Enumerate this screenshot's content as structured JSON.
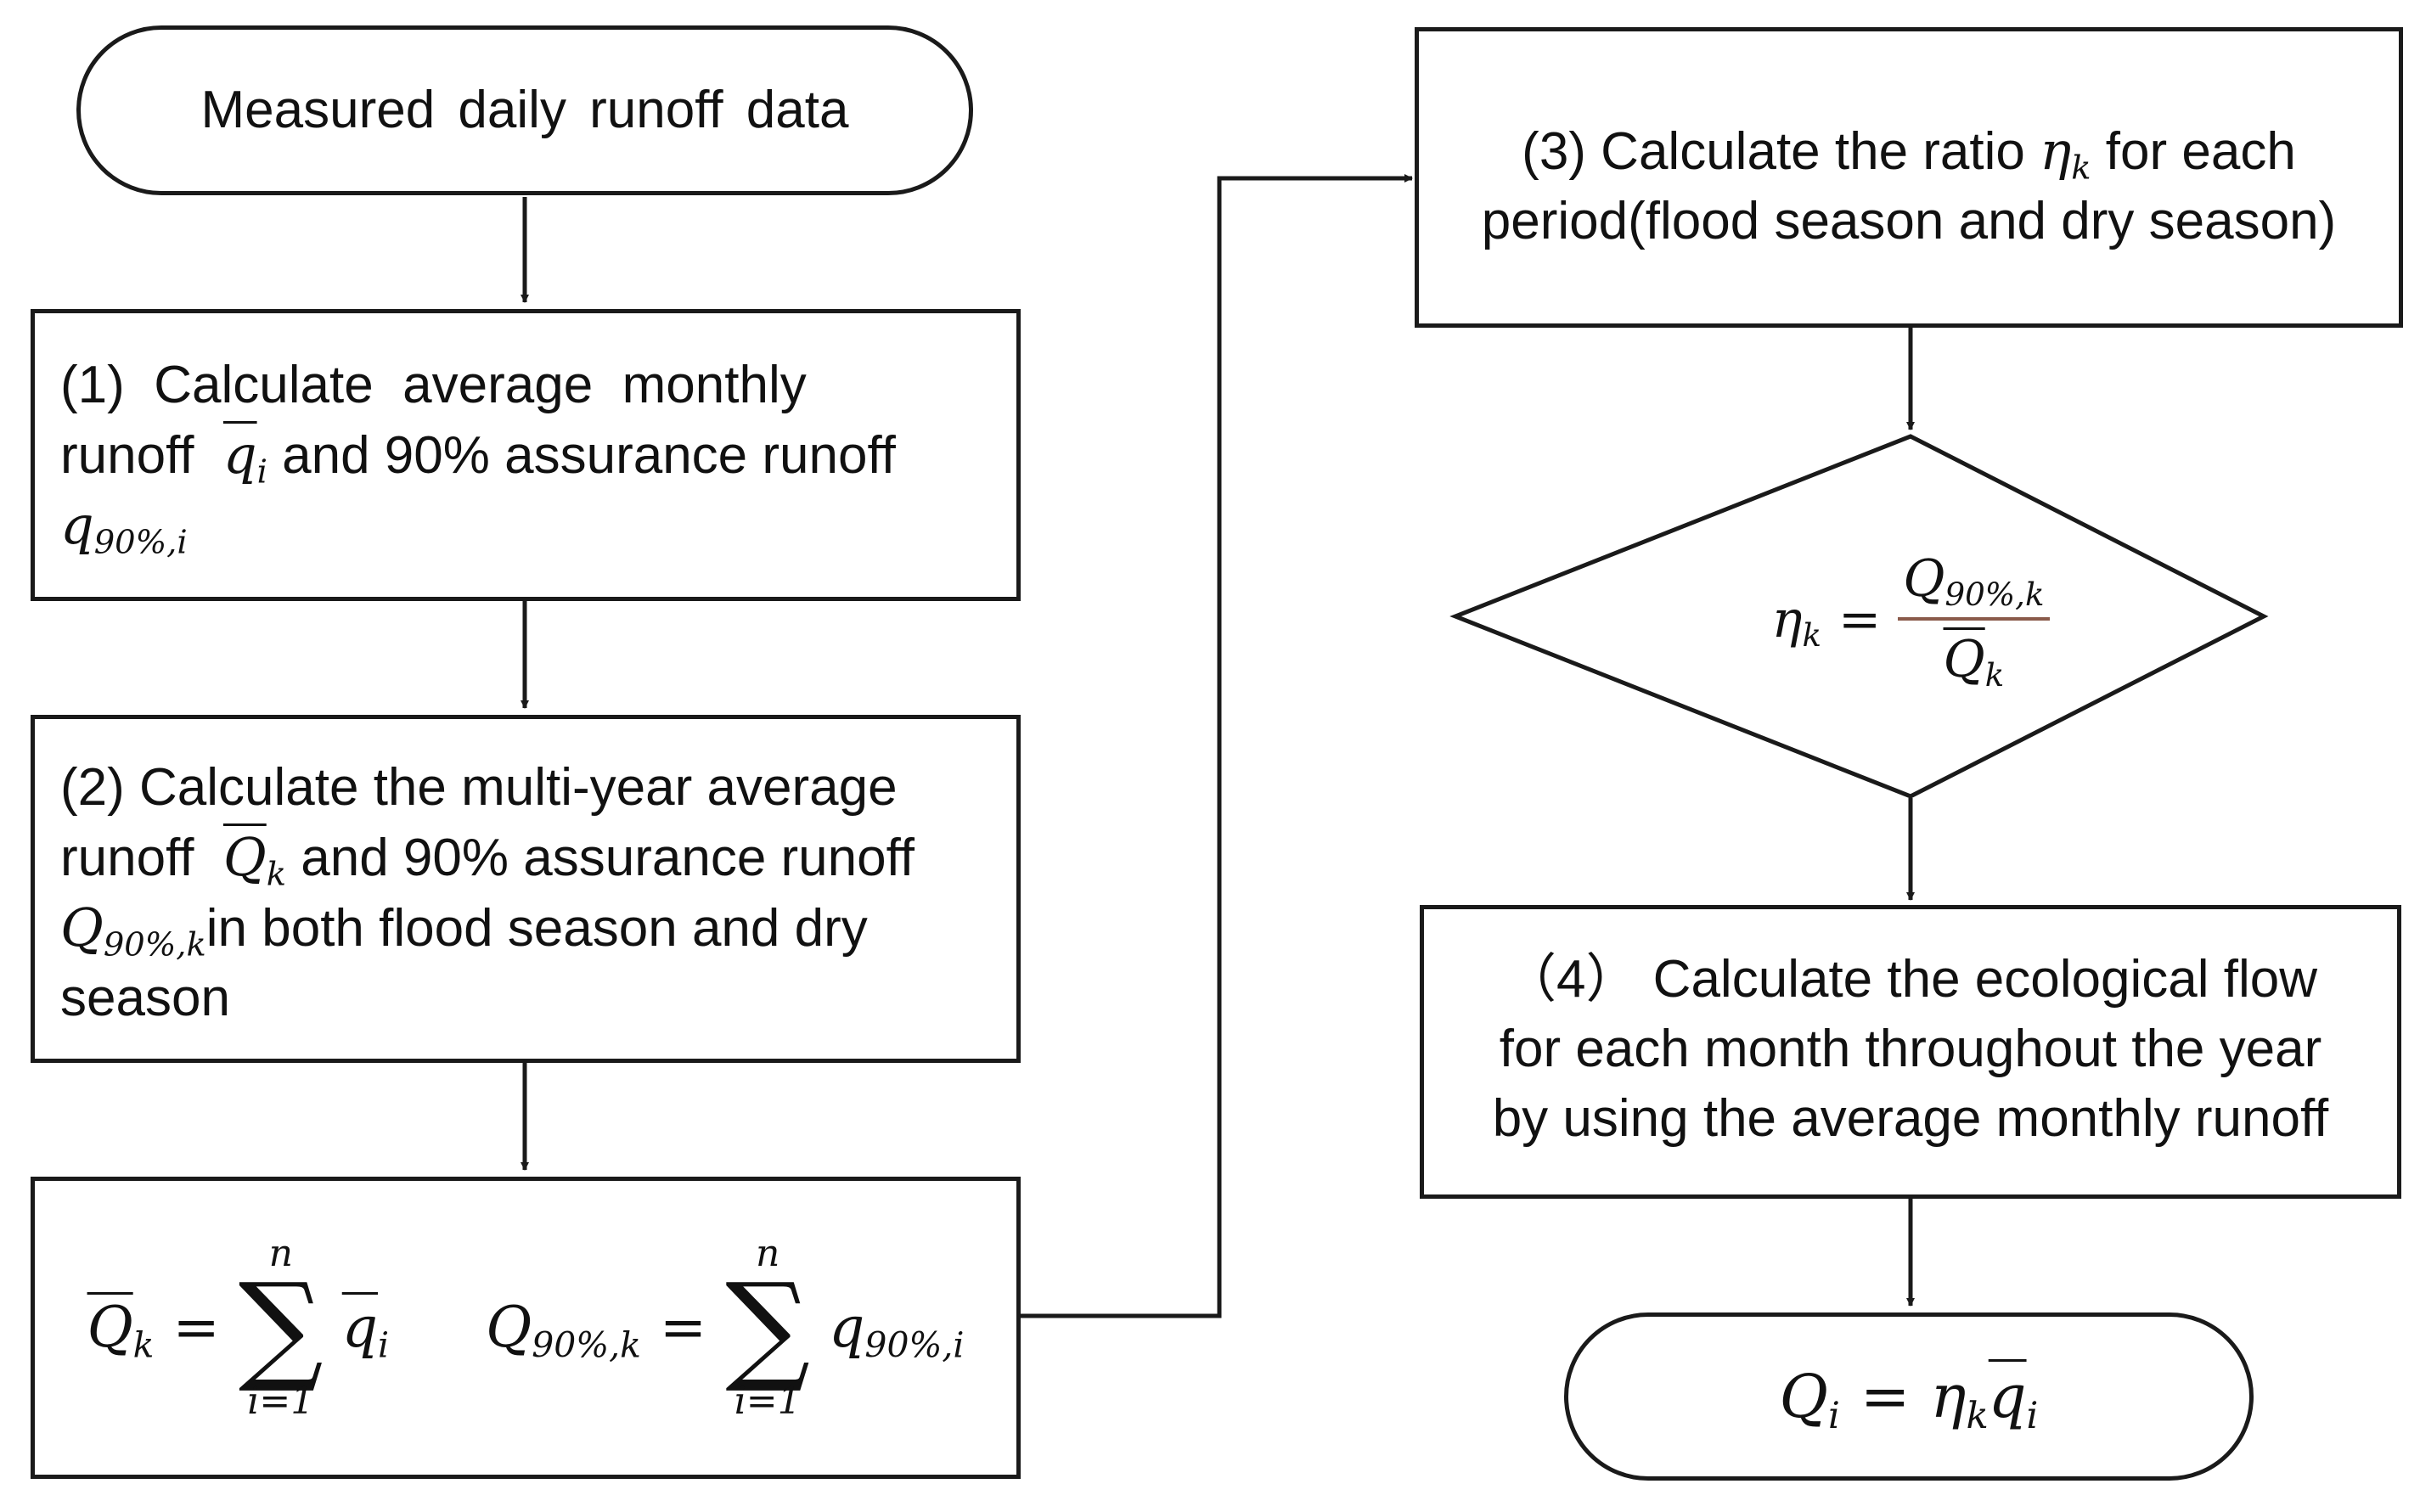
{
  "start": {
    "label": "Measured daily runoff data"
  },
  "step1": {
    "text_a": "(1)  Calculate  average  monthly",
    "text_b": "runoff ",
    "text_c": " and 90% assurance runoff"
  },
  "step2": {
    "text_a": "(2) Calculate the multi-year average",
    "text_b": "runoff ",
    "text_c": " and 90% assurance runoff",
    "text_d": "in both flood season and dry",
    "text_e": "season"
  },
  "step3": {
    "text_a": "(3) Calculate the ratio ",
    "text_b": " for each",
    "text_c": "period(flood season and dry season)"
  },
  "step4": {
    "line1": "（4） Calculate the ecological flow",
    "line2": "for each month throughout the year",
    "line3": "by using the average monthly runoff"
  },
  "math": {
    "q": "q",
    "i": "i",
    "Q": "Q",
    "k": "k",
    "eta": "η",
    "sub_90_i": "90%,i",
    "sub_90_k": "90%,k",
    "sum_upper": "n",
    "sum_lower": "i=1",
    "sigma": "∑",
    "equals": "="
  }
}
